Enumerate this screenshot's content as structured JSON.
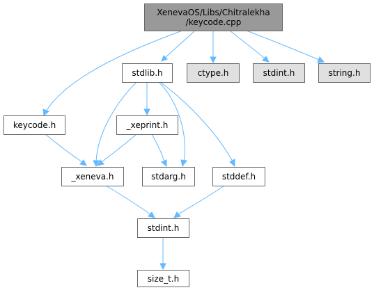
{
  "diagram": {
    "colors": {
      "edge": "#63b8ff",
      "root_fill": "#999999",
      "node_fill": "#ffffff",
      "external_fill": "#e0e0e0",
      "node_border": "#666666"
    },
    "nodes": {
      "root": {
        "line1": "XenevaOS/Libs/Chitralekha",
        "line2": "/keycode.cpp"
      },
      "stdlib_h": "stdlib.h",
      "ctype_h": "ctype.h",
      "stdint_h_system": "stdint.h",
      "string_h": "string.h",
      "keycode_h": "keycode.h",
      "xeprint_h": "_xeprint.h",
      "xeneva_h": "_xeneva.h",
      "stdarg_h": "stdarg.h",
      "stddef_h": "stddef.h",
      "stdint_h": "stdint.h",
      "size_t_h": "size_t.h"
    },
    "edges": [
      {
        "from": "root",
        "to": "stdlib_h"
      },
      {
        "from": "root",
        "to": "ctype_h"
      },
      {
        "from": "root",
        "to": "stdint_h_system"
      },
      {
        "from": "root",
        "to": "string_h"
      },
      {
        "from": "root",
        "to": "keycode_h"
      },
      {
        "from": "stdlib_h",
        "to": "xeprint_h"
      },
      {
        "from": "stdlib_h",
        "to": "xeneva_h"
      },
      {
        "from": "stdlib_h",
        "to": "stdarg_h"
      },
      {
        "from": "stdlib_h",
        "to": "stddef_h"
      },
      {
        "from": "keycode_h",
        "to": "xeneva_h"
      },
      {
        "from": "xeprint_h",
        "to": "xeneva_h"
      },
      {
        "from": "xeprint_h",
        "to": "stdarg_h"
      },
      {
        "from": "xeneva_h",
        "to": "stdint_h"
      },
      {
        "from": "stddef_h",
        "to": "stdint_h"
      },
      {
        "from": "stdint_h",
        "to": "size_t_h"
      }
    ]
  }
}
